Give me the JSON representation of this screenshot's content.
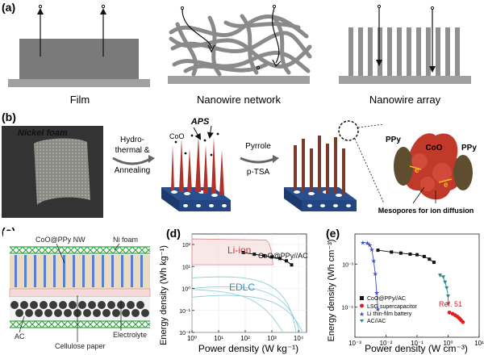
{
  "panel_a": {
    "letter": "(a)",
    "labels": [
      "Film",
      "Nanowire network",
      "Nanowire array"
    ]
  },
  "panel_b": {
    "letter": "(b)",
    "nickel_foam_label": "Nickel foam",
    "arrow1_line1": "Hydro-",
    "arrow1_line2": "thermal &",
    "arrow1_line3": "Annealing",
    "aps_label": "APS",
    "coo_label": "CoO",
    "arrow2_line1": "Pyrrole",
    "arrow2_line2": "p-TSA",
    "zoom_ppy_left": "PPy",
    "zoom_coo": "CoO",
    "zoom_ppy_right": "PPy",
    "electron_symbol": "e",
    "mesopore_label": "Mesopores for ion diffusion"
  },
  "panel_c": {
    "letter": "(c)",
    "labels": {
      "coo_ppy_nw": "CoO@PPy NW",
      "ni_foam": "Ni foam",
      "ac": "AC",
      "electrolyte": "Electrolyte",
      "cellulose": "Cellulose paper"
    }
  },
  "panel_d": {
    "letter": "(d)",
    "ylabel": "Energy density (Wh kg⁻¹)",
    "xlabel": "Power density (W kg⁻¹)",
    "liion_label": "Li-ion",
    "edlc_label": "EDLC",
    "series_label": "CoO@PPy//AC",
    "x_ticks": [
      "10⁰",
      "10¹",
      "10²",
      "10³",
      "10⁴"
    ],
    "y_ticks": [
      "10²",
      "10¹",
      "10⁰",
      "10⁻¹",
      "10⁻²"
    ]
  },
  "panel_e": {
    "letter": "(e)",
    "ylabel": "Energy density (Wh cm⁻³)",
    "xlabel": "Power density (W cm⁻³)",
    "x_ticks": [
      "10⁻³",
      "10⁻²",
      "10⁻¹",
      "10⁰",
      "10¹"
    ],
    "y_ticks": [
      "10⁻³",
      "10⁻⁴"
    ],
    "ref_label": "Ref. 51",
    "legend": [
      "CoO@PPy//AC",
      "LSG supercapacitor",
      "Li thin-film battery",
      "AC//AC"
    ]
  },
  "colors": {
    "film": "#7a7a7a",
    "substrate": "#9a9a9a",
    "wire": "#888888",
    "foam_blue": "#2a4f8f",
    "coo_red": "#b0302a",
    "ppy_brown": "#6b5a3a",
    "ni_green": "#3aa64a",
    "ac_sphere": "#3a3a3a",
    "liion_red": "#c03a3a",
    "edlc_blue": "#3a8cc0",
    "series_black": "#111111",
    "lsg_red": "#e02020",
    "thin_film_blue": "#4050c0",
    "acac_teal": "#2a8a8a"
  },
  "chart_data": [
    {
      "type": "line",
      "panel": "d",
      "xscale": "log",
      "yscale": "log",
      "xlim": [
        1,
        20000
      ],
      "ylim": [
        0.01,
        300
      ],
      "xlabel": "Power density (W kg⁻¹)",
      "ylabel": "Energy density (Wh kg⁻¹)",
      "series": [
        {
          "name": "CoO@PPy//AC",
          "x": [
            85,
            220,
            500,
            1000,
            2000,
            3500,
            5500
          ],
          "y": [
            43,
            36,
            31,
            27,
            23,
            18,
            11.8
          ]
        }
      ],
      "annotations": [
        "Li-ion",
        "EDLC"
      ]
    },
    {
      "type": "scatter",
      "panel": "e",
      "xscale": "log",
      "yscale": "log",
      "xlim": [
        0.001,
        10
      ],
      "ylim": [
        2e-05,
        0.005
      ],
      "xlabel": "Power density (W cm⁻³)",
      "ylabel": "Energy density (Wh cm⁻³)",
      "legend_position": "bottom-left",
      "series": [
        {
          "name": "CoO@PPy//AC",
          "x": [
            0.0055,
            0.015,
            0.03,
            0.06,
            0.1,
            0.17,
            0.25,
            0.35
          ],
          "y": [
            0.0021,
            0.0019,
            0.0018,
            0.0017,
            0.00165,
            0.0015,
            0.0013,
            0.0011
          ]
        },
        {
          "name": "LSG supercapacitor",
          "x": [
            1.1,
            1.4,
            1.7,
            2.0,
            2.3,
            2.6,
            3.0
          ],
          "y": [
            7.5e-05,
            7e-05,
            6.5e-05,
            6e-05,
            5.5e-05,
            5e-05,
            4.5e-05
          ]
        },
        {
          "name": "Li thin-film battery",
          "x": [
            0.0018,
            0.0025,
            0.003,
            0.0035,
            0.004,
            0.0045,
            0.005,
            0.0055
          ],
          "y": [
            0.0032,
            0.0031,
            0.0028,
            0.0022,
            0.0012,
            0.0006,
            0.00022,
            9e-05
          ]
        },
        {
          "name": "AC//AC",
          "x": [
            0.55,
            0.7,
            0.8,
            0.9,
            1.0,
            1.0
          ],
          "y": [
            0.00055,
            0.0005,
            0.00038,
            0.00028,
            0.00018,
            0.00012
          ]
        }
      ]
    }
  ]
}
